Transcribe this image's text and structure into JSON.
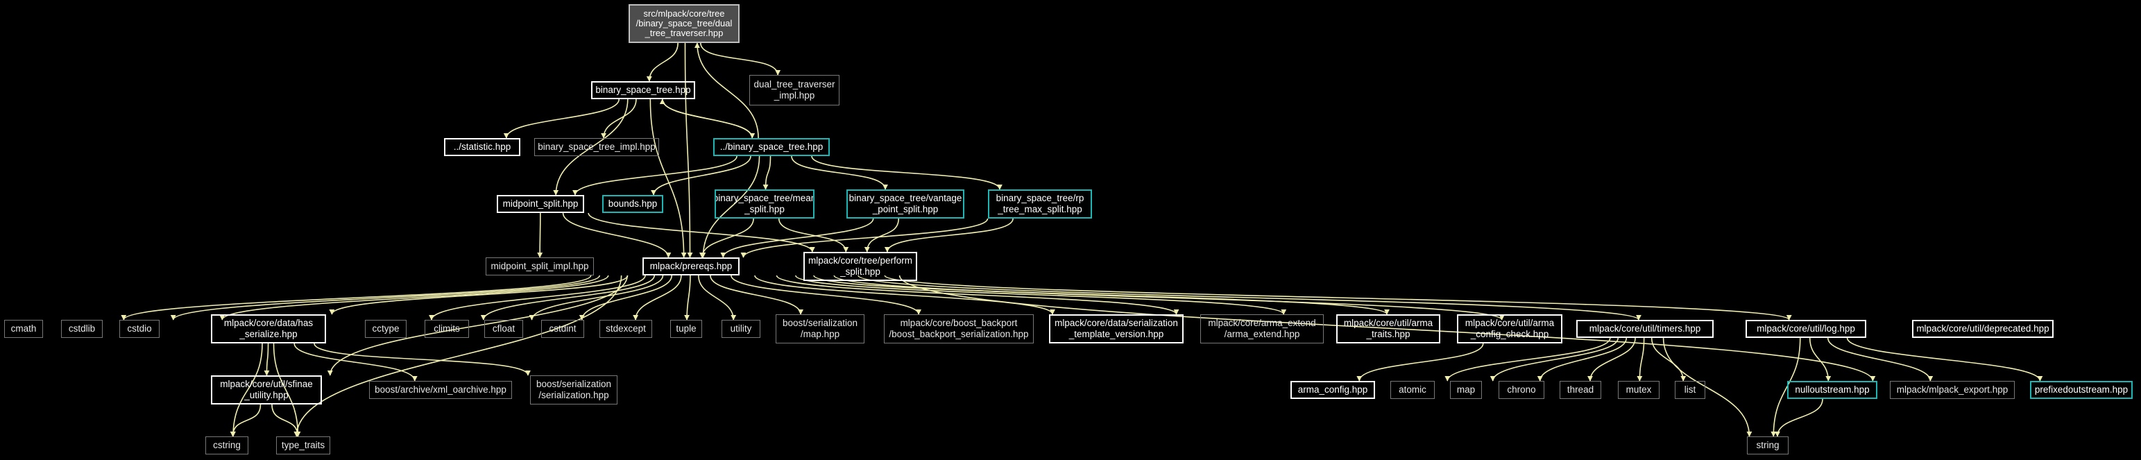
{
  "colors": {
    "edge": "#f1efb0",
    "root_bg": "#4d4d4d",
    "documented": "#ffffff",
    "linked": "#1bb6b6",
    "external": "#777777"
  },
  "nodes": {
    "root": "src/mlpack/core/tree\n/binary_space_tree/dual\n_tree_traverser.hpp",
    "binary_space_tree": "binary_space_tree.hpp",
    "dual_tree_traverser_impl": "dual_tree_traverser\n_impl.hpp",
    "statistic": "../statistic.hpp",
    "bst_impl": "binary_space_tree_impl.hpp",
    "parent_bst": "../binary_space_tree.hpp",
    "midpoint_split": "midpoint_split.hpp",
    "bounds": "bounds.hpp",
    "mean_split": "binary_space_tree/mean\n_split.hpp",
    "vantage_point_split": "binary_space_tree/vantage\n_point_split.hpp",
    "rp_tree_max_split": "binary_space_tree/rp\n_tree_max_split.hpp",
    "midpoint_split_impl": "midpoint_split_impl.hpp",
    "prereqs": "mlpack/prereqs.hpp",
    "perform_split": "mlpack/core/tree/perform\n_split.hpp",
    "cmath": "cmath",
    "cstdlib": "cstdlib",
    "cstdio": "cstdio",
    "has_serialize": "mlpack/core/data/has\n_serialize.hpp",
    "cctype": "cctype",
    "climits": "climits",
    "cfloat": "cfloat",
    "cstdint": "cstdint",
    "stdexcept": "stdexcept",
    "tuple": "tuple",
    "utility": "utility",
    "boost_map": "boost/serialization\n/map.hpp",
    "boost_backport": "mlpack/core/boost_backport\n/boost_backport_serialization.hpp",
    "template_version": "mlpack/core/data/serialization\n_template_version.hpp",
    "arma_extend": "mlpack/core/arma_extend\n/arma_extend.hpp",
    "arma_traits": "mlpack/core/util/arma\n_traits.hpp",
    "arma_config_check": "mlpack/core/util/arma\n_config_check.hpp",
    "timers": "mlpack/core/util/timers.hpp",
    "log": "mlpack/core/util/log.hpp",
    "deprecated": "mlpack/core/util/deprecated.hpp",
    "sfinae_utility": "mlpack/core/util/sfinae\n_utility.hpp",
    "xml_oarchive": "boost/archive/xml_oarchive.hpp",
    "boost_serialization": "boost/serialization\n/serialization.hpp",
    "arma_config": "arma_config.hpp",
    "atomic": "atomic",
    "map": "map",
    "chrono": "chrono",
    "thread": "thread",
    "mutex": "mutex",
    "list": "list",
    "nulloutstream": "nulloutstream.hpp",
    "mlpack_export": "mlpack/mlpack_export.hpp",
    "prefixedoutstream": "prefixedoutstream.hpp",
    "cstring": "cstring",
    "type_traits": "type_traits",
    "string": "string"
  },
  "edges": [
    [
      "root",
      "binary_space_tree"
    ],
    [
      "root",
      "dual_tree_traverser_impl"
    ],
    [
      "root",
      "prereqs"
    ],
    [
      "binary_space_tree",
      "statistic"
    ],
    [
      "binary_space_tree",
      "bst_impl"
    ],
    [
      "binary_space_tree",
      "parent_bst"
    ],
    [
      "binary_space_tree",
      "midpoint_split"
    ],
    [
      "binary_space_tree",
      "prereqs"
    ],
    [
      "parent_bst",
      "root"
    ],
    [
      "parent_bst",
      "binary_space_tree"
    ],
    [
      "parent_bst",
      "bounds"
    ],
    [
      "parent_bst",
      "midpoint_split"
    ],
    [
      "parent_bst",
      "mean_split"
    ],
    [
      "parent_bst",
      "vantage_point_split"
    ],
    [
      "parent_bst",
      "rp_tree_max_split"
    ],
    [
      "parent_bst",
      "prereqs"
    ],
    [
      "midpoint_split",
      "midpoint_split_impl"
    ],
    [
      "midpoint_split",
      "prereqs"
    ],
    [
      "midpoint_split",
      "perform_split"
    ],
    [
      "mean_split",
      "prereqs"
    ],
    [
      "mean_split",
      "perform_split"
    ],
    [
      "vantage_point_split",
      "prereqs"
    ],
    [
      "vantage_point_split",
      "perform_split"
    ],
    [
      "rp_tree_max_split",
      "prereqs"
    ],
    [
      "rp_tree_max_split",
      "perform_split"
    ],
    [
      "prereqs",
      "cmath"
    ],
    [
      "prereqs",
      "cstdlib"
    ],
    [
      "prereqs",
      "cstdio"
    ],
    [
      "prereqs",
      "has_serialize"
    ],
    [
      "prereqs",
      "cctype"
    ],
    [
      "prereqs",
      "climits"
    ],
    [
      "prereqs",
      "cfloat"
    ],
    [
      "prereqs",
      "cstdint"
    ],
    [
      "prereqs",
      "stdexcept"
    ],
    [
      "prereqs",
      "tuple"
    ],
    [
      "prereqs",
      "utility"
    ],
    [
      "prereqs",
      "boost_map"
    ],
    [
      "prereqs",
      "boost_backport"
    ],
    [
      "prereqs",
      "template_version"
    ],
    [
      "prereqs",
      "arma_extend"
    ],
    [
      "prereqs",
      "arma_traits"
    ],
    [
      "prereqs",
      "arma_config_check"
    ],
    [
      "prereqs",
      "timers"
    ],
    [
      "prereqs",
      "log"
    ],
    [
      "prereqs",
      "deprecated"
    ],
    [
      "prereqs",
      "sfinae_utility"
    ],
    [
      "prereqs",
      "cstring"
    ],
    [
      "prereqs",
      "prefixedoutstream"
    ],
    [
      "has_serialize",
      "sfinae_utility"
    ],
    [
      "has_serialize",
      "xml_oarchive"
    ],
    [
      "has_serialize",
      "boost_serialization"
    ],
    [
      "has_serialize",
      "cstring"
    ],
    [
      "has_serialize",
      "type_traits"
    ],
    [
      "sfinae_utility",
      "cstring"
    ],
    [
      "sfinae_utility",
      "type_traits"
    ],
    [
      "arma_config_check",
      "arma_config"
    ],
    [
      "timers",
      "atomic"
    ],
    [
      "timers",
      "map"
    ],
    [
      "timers",
      "chrono"
    ],
    [
      "timers",
      "thread"
    ],
    [
      "timers",
      "mutex"
    ],
    [
      "timers",
      "list"
    ],
    [
      "timers",
      "string"
    ],
    [
      "log",
      "nulloutstream"
    ],
    [
      "log",
      "mlpack_export"
    ],
    [
      "log",
      "prefixedoutstream"
    ],
    [
      "log",
      "string"
    ],
    [
      "nulloutstream",
      "string"
    ]
  ]
}
